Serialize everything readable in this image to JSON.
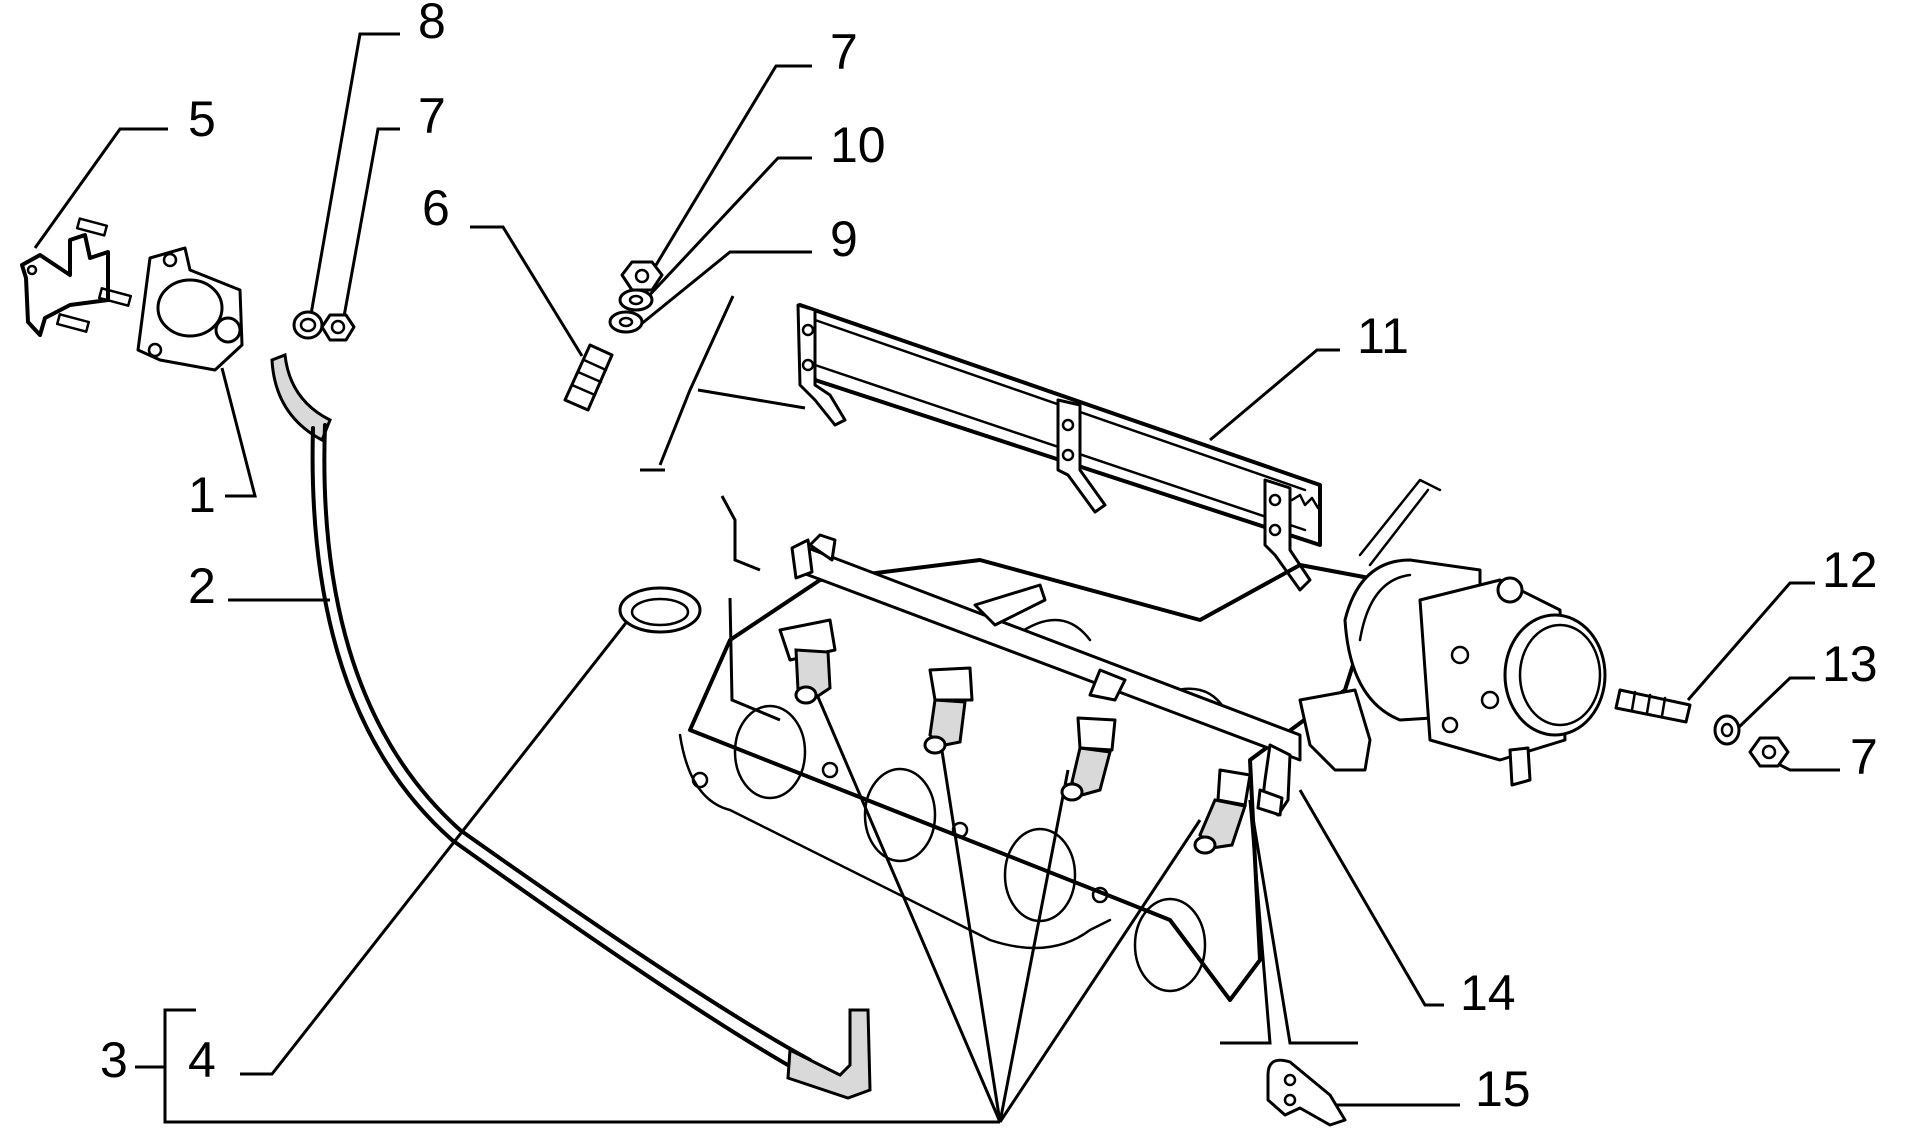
{
  "colors": {
    "line": "#000000",
    "background": "#ffffff",
    "stipple": "#d9d9d9"
  },
  "callouts": [
    {
      "id": "c1",
      "label": "1"
    },
    {
      "id": "c2",
      "label": "2"
    },
    {
      "id": "c3",
      "label": "3"
    },
    {
      "id": "c4",
      "label": "4"
    },
    {
      "id": "c5",
      "label": "5"
    },
    {
      "id": "c6",
      "label": "6"
    },
    {
      "id": "c7a",
      "label": "7"
    },
    {
      "id": "c7b",
      "label": "7"
    },
    {
      "id": "c7c",
      "label": "7"
    },
    {
      "id": "c8",
      "label": "8"
    },
    {
      "id": "c9",
      "label": "9"
    },
    {
      "id": "c10",
      "label": "10"
    },
    {
      "id": "c11",
      "label": "11"
    },
    {
      "id": "c12",
      "label": "12"
    },
    {
      "id": "c13",
      "label": "13"
    },
    {
      "id": "c14",
      "label": "14"
    },
    {
      "id": "c15",
      "label": "15"
    }
  ]
}
